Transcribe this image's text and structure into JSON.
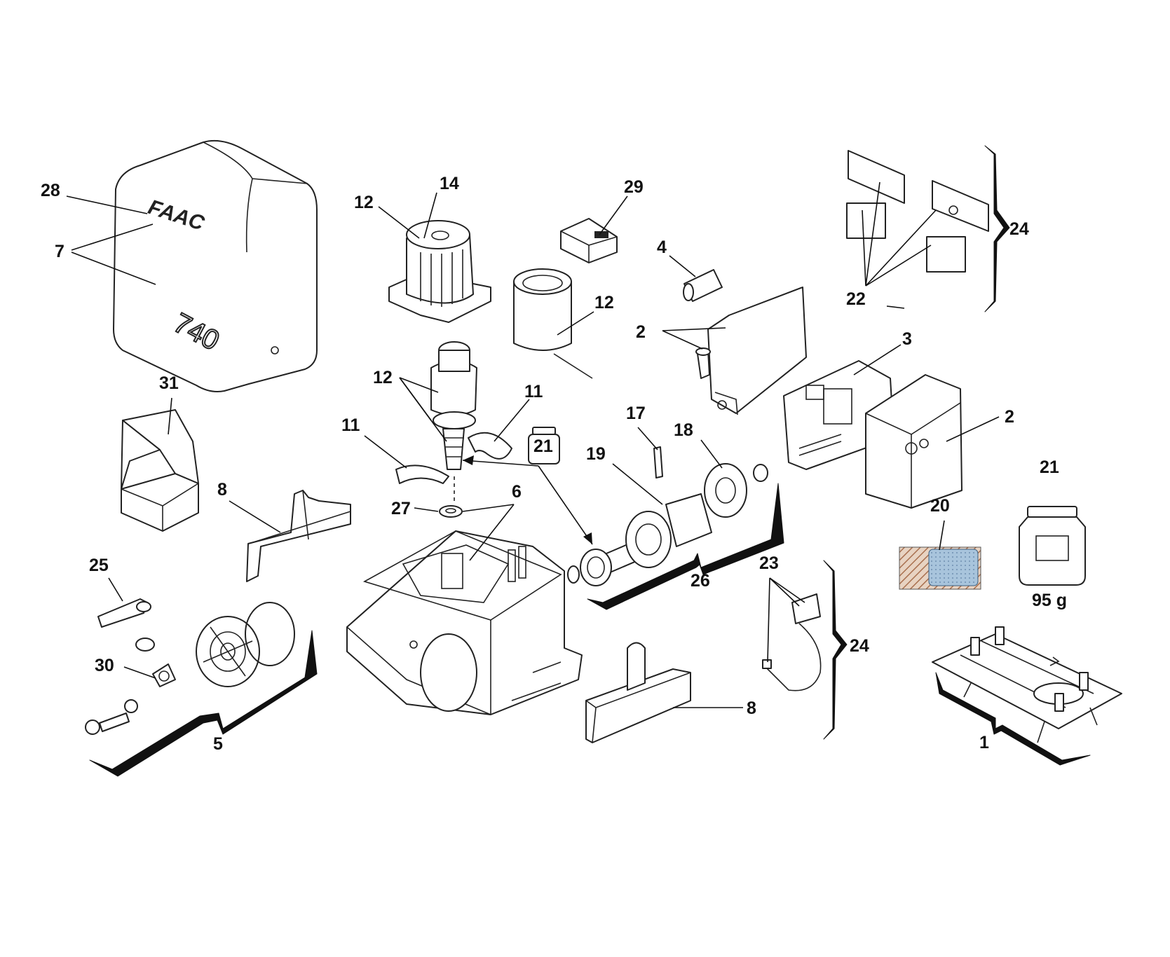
{
  "logo_text": "FAAC",
  "model_text": "740",
  "jar_weight": "95 g",
  "callouts": {
    "c1": "1",
    "c2a": "2",
    "c2b": "2",
    "c3": "3",
    "c4": "4",
    "c5": "5",
    "c6": "6",
    "c7": "7",
    "c8a": "8",
    "c8b": "8",
    "c11a": "11",
    "c11b": "11",
    "c12a": "12",
    "c12b": "12",
    "c12c": "12",
    "c14": "14",
    "c17": "17",
    "c18": "18",
    "c19": "19",
    "c20": "20",
    "c21a": "21",
    "c21b": "21",
    "c22": "22",
    "c23": "23",
    "c24a": "24",
    "c24b": "24",
    "c25": "25",
    "c26": "26",
    "c27": "27",
    "c28": "28",
    "c29": "29",
    "c30": "30",
    "c31": "31"
  }
}
